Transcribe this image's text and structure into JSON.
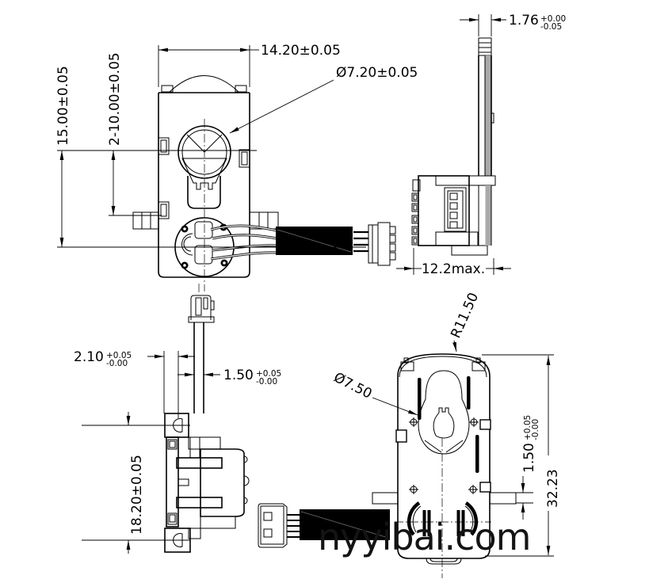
{
  "watermark": "nyyibai.com",
  "dimensions": {
    "front_width": "14.20±0.05",
    "front_hole_dia": "Ø7.20±0.05",
    "mount_height": "15.00±0.05",
    "mount_pitch": "2-10.00±0.05",
    "shaft_width": {
      "value": "1.76",
      "tol_up": "+0.00",
      "tol_dn": "-0.05"
    },
    "body_depth": "12.2max.",
    "body_radius": "R11.50",
    "rear_hole_dia": "Ø7.50",
    "tab_offset": {
      "value": "2.10",
      "tol_up": "+0.05",
      "tol_dn": "-0.00"
    },
    "shaft_plate_width": {
      "value": "1.50",
      "tol_up": "+0.05",
      "tol_dn": "-0.00"
    },
    "mount_span": "18.20±0.05",
    "flange_thickness": {
      "value": "1.50",
      "tol_up": "+0.05",
      "tol_dn": "-0.00"
    },
    "overall_height": "32.23"
  }
}
